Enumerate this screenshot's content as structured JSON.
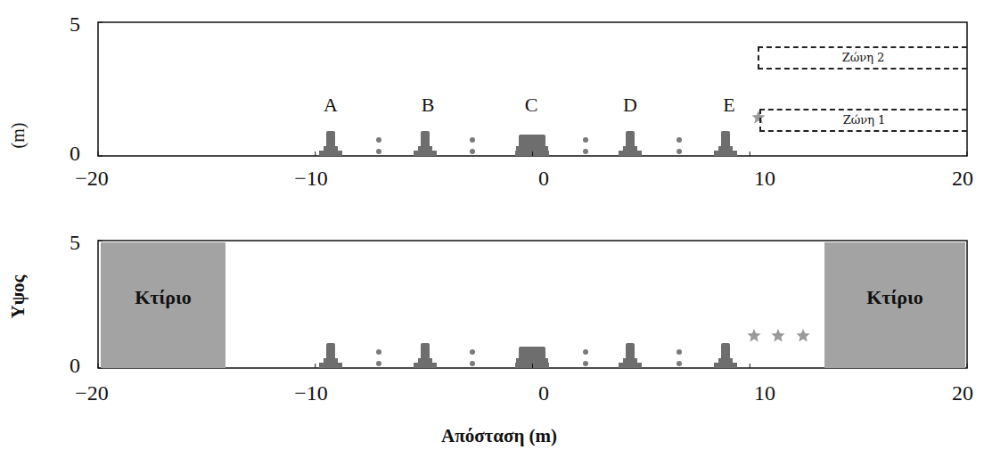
{
  "diagram": {
    "nodes": [
      {
        "text": [
          "Ζώνη 2"
        ]
      },
      {
        "text": [
          "Ζώνη 1"
        ]
      },
      {
        "text": [
          "Κτίριο"
        ]
      },
      {
        "text": [
          "Κτίριο"
        ]
      }
    ],
    "labels": [
      "5",
      "0",
      "−20",
      "−10",
      "0",
      "10",
      "20",
      "A",
      "B",
      "C",
      "D",
      "E",
      "5",
      "0",
      "−20",
      "−10",
      "0",
      "10",
      "20",
      "(m)",
      "Υψος",
      "Απόσταση (m)"
    ]
  }
}
